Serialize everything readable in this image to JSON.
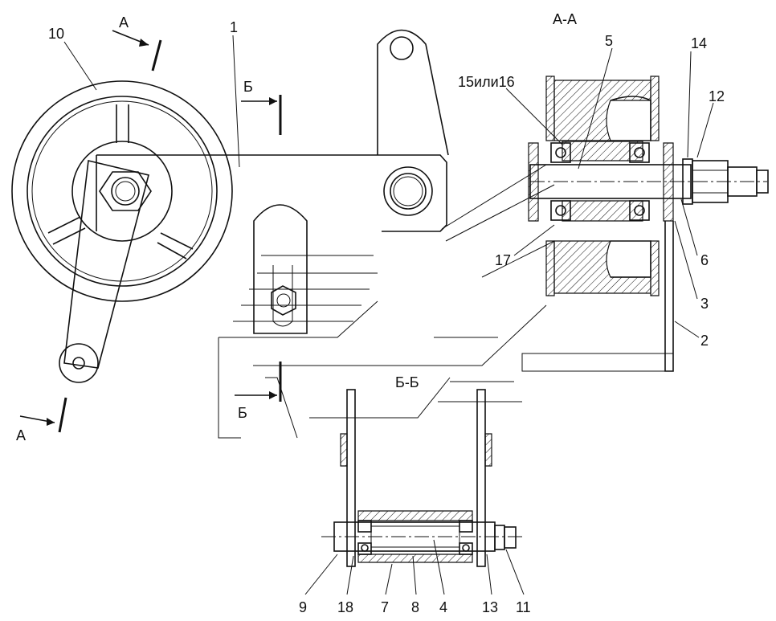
{
  "section_titles": {
    "aa": "А-А",
    "bb": "Б-Б"
  },
  "section_markers": {
    "a_top": "А",
    "a_bottom": "А",
    "b_top": "Б",
    "b_bottom": "Б"
  },
  "callouts": {
    "c1": "1",
    "c2": "2",
    "c3": "3",
    "c4": "4",
    "c5": "5",
    "c6": "6",
    "c7": "7",
    "c8": "8",
    "c9": "9",
    "c10": "10",
    "c11": "11",
    "c12": "12",
    "c13": "13",
    "c14": "14",
    "c15_16": "15или16",
    "c17": "17",
    "c18": "18"
  }
}
